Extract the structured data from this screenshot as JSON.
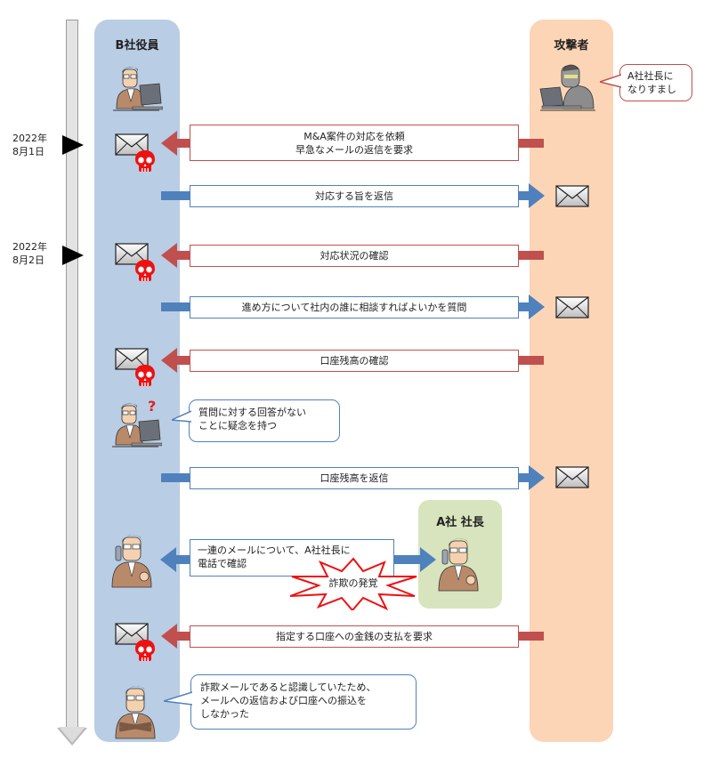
{
  "diagram": {
    "timeline": {
      "dates": [
        {
          "line1": "2022年",
          "line2": "8月1日"
        },
        {
          "line1": "2022年",
          "line2": "8月2日"
        }
      ]
    },
    "lanes": {
      "victim": {
        "title": "B社役員",
        "color": "#b9cde4"
      },
      "attacker": {
        "title": "攻撃者",
        "color": "#fbd5b5"
      },
      "ceo": {
        "title": "A社 社長",
        "color": "#d7e4bd"
      }
    },
    "attacker_note": {
      "line1": "A社社長に",
      "line2": "なりすまし"
    },
    "messages": [
      {
        "direction": "attacker-to-victim",
        "line1": "M&A案件の対応を依頼",
        "line2": "早急なメールの返信を要求",
        "malicious": true
      },
      {
        "direction": "victim-to-attacker",
        "line1": "対応する旨を返信"
      },
      {
        "direction": "attacker-to-victim",
        "line1": "対応状況の確認",
        "malicious": true
      },
      {
        "direction": "victim-to-attacker",
        "line1": "進め方について社内の誰に相談すればよいかを質問"
      },
      {
        "direction": "attacker-to-victim",
        "line1": "口座残高の確認",
        "malicious": true
      },
      {
        "direction": "victim-to-attacker",
        "line1": "口座残高を返信"
      },
      {
        "direction": "attacker-to-victim",
        "line1": "指定する口座への金銭の支払を要求",
        "malicious": true
      }
    ],
    "doubt_callout": {
      "line1": "質問に対する回答がない",
      "line2": "ことに疑念を持つ",
      "mark": "?"
    },
    "phone_check": {
      "line1": "一連のメールについて、A社社長に",
      "line2": "電話で確認"
    },
    "fraud_burst": {
      "label": "詐欺の発覚"
    },
    "final_callout": {
      "line1": "詐欺メールであると認識していたため、",
      "line2": "メールへの返信および口座への振込を",
      "line3": "しなかった"
    },
    "colors": {
      "attack_arrow": "#c0504d",
      "reply_arrow": "#4f81bd",
      "skull": "#ee1111"
    }
  }
}
